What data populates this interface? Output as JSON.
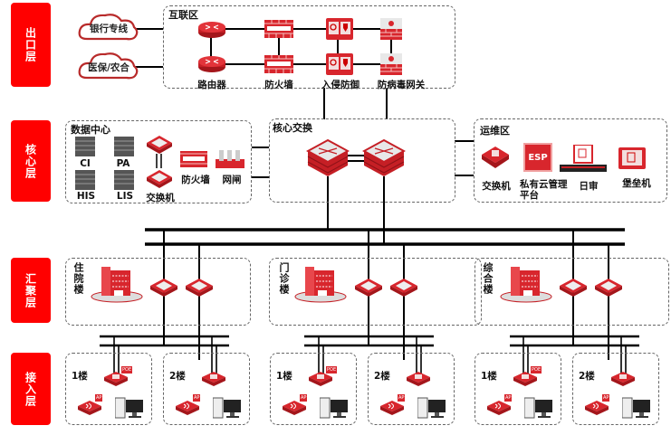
{
  "layers": [
    {
      "id": "exit",
      "label": "出口层"
    },
    {
      "id": "core",
      "label": "核心层"
    },
    {
      "id": "aggregation",
      "label": "汇聚层"
    },
    {
      "id": "access",
      "label": "接入层"
    }
  ],
  "exit_layer": {
    "clouds": [
      "银行专线",
      "医保/农合"
    ],
    "zone_label": "互联区",
    "devices": [
      "路由器",
      "防火墙",
      "入侵防御",
      "防病毒网关"
    ]
  },
  "core_layer": {
    "data_center": {
      "zone_label": "数据中心",
      "servers": [
        "CI",
        "PA",
        "HIS",
        "LIS"
      ],
      "switch_label": "交换机",
      "firewall_label": "防火墙",
      "gateway_label": "网闸"
    },
    "core_switch": {
      "zone_label": "核心交换"
    },
    "ops_zone": {
      "zone_label": "运维区",
      "devices": [
        "交换机",
        "私有云管理平台",
        "日审",
        "堡垒机"
      ],
      "esp_badge": "ESP"
    }
  },
  "aggregation_layer": {
    "buildings": [
      "住院楼",
      "门诊楼",
      "综合楼"
    ]
  },
  "access_layer": {
    "floors": [
      "1楼",
      "2楼",
      "1楼",
      "2楼",
      "1楼",
      "2楼"
    ],
    "poe_badge": "POE",
    "ap_badge": "AP"
  },
  "colors": {
    "layer_red": "#ff0000",
    "device_red": "#d8262d",
    "zone_border": "#666666",
    "line": "#000000"
  }
}
